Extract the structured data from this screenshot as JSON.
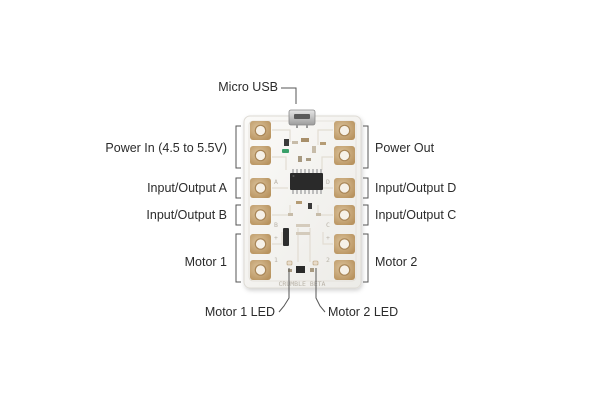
{
  "labels": {
    "micro_usb": "Micro USB",
    "power_in": "Power In (4.5 to 5.5V)",
    "power_out": "Power Out",
    "io_a": "Input/Output A",
    "io_d": "Input/Output D",
    "io_b": "Input/Output B",
    "io_c": "Input/Output C",
    "motor_1": "Motor 1",
    "motor_2": "Motor 2",
    "motor_1_led": "Motor 1 LED",
    "motor_2_led": "Motor 2 LED"
  },
  "board": {
    "silk_title": "CRUMBLE BETA",
    "pad_a": "A",
    "pad_b": "B",
    "pad_c": "C",
    "pad_d": "D",
    "motor_1_num": "1",
    "motor_2_num": "2",
    "plus": "+",
    "minus": "−"
  },
  "colors": {
    "board": "#f4f3f0",
    "pad": "#c9a77a",
    "pad_dark": "#a98657",
    "chip": "#2a2a2a",
    "callout_line": "#555555"
  }
}
